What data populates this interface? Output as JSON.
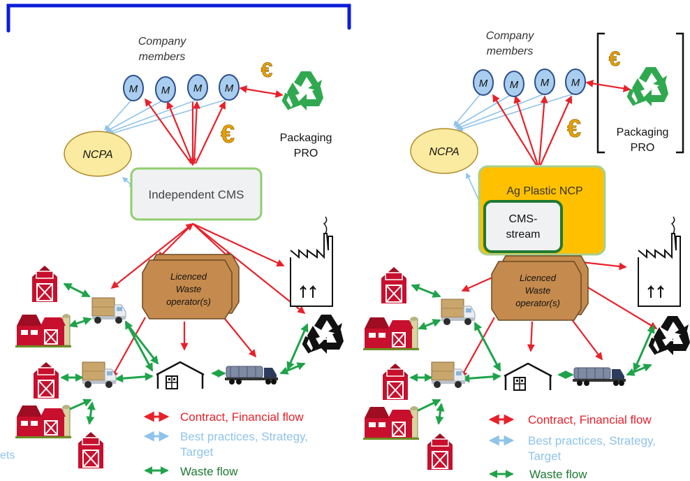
{
  "colors": {
    "contract": "#e8202a",
    "best_practice": "#8fc3ea",
    "waste": "#1fa34a",
    "member_fill": "#a9cdee",
    "member_stroke": "#2b4e8c",
    "ncpa_fill": "#fbeba0",
    "cms_border": "#8fce6d",
    "agnpc_fill": "#ffc000",
    "operator_fill": "#c58a4d",
    "bracket": "#0a1ed8",
    "recycle": "#2fa84f",
    "barn": "#c8102e",
    "legend_red": "#e8202a",
    "legend_blue": "#8fc3ea",
    "legend_green": "#1e7a34"
  },
  "left_panel": {
    "company_members": [
      "Company",
      "members"
    ],
    "member_letter": "M",
    "euro": "€",
    "packaging_pro": [
      "Packaging",
      "PRO"
    ],
    "ncpa": "NCPA",
    "cms": "Independent CMS",
    "operator": [
      "Licenced",
      "Waste",
      "operator(s)"
    ],
    "partial_text": "ets"
  },
  "right_panel": {
    "company_members": [
      "Company",
      "members"
    ],
    "member_letter": "M",
    "euro": "€",
    "packaging_pro": [
      "Packaging",
      "PRO"
    ],
    "ncpa": "NCPA",
    "agnpc": "Ag Plastic NCP",
    "cms_stream": [
      "CMS-",
      "stream"
    ],
    "operator": [
      "Licenced",
      "Waste",
      "operator(s)"
    ]
  },
  "icons": {
    "recycle": "recycle-icon",
    "recycle_2": "recycle-2-icon",
    "factory": "factory-icon",
    "barn": "barn-icon",
    "truck": "truck-icon",
    "warehouse": "warehouse-icon",
    "tanker": "tanker-truck-icon"
  },
  "legend": {
    "contract": "Contract, Financial flow",
    "best_practices": "Best practices, Strategy, Target",
    "best_practices_line1": "Best practices, Strategy,",
    "best_practices_line2": "Target",
    "waste": "Waste flow"
  }
}
